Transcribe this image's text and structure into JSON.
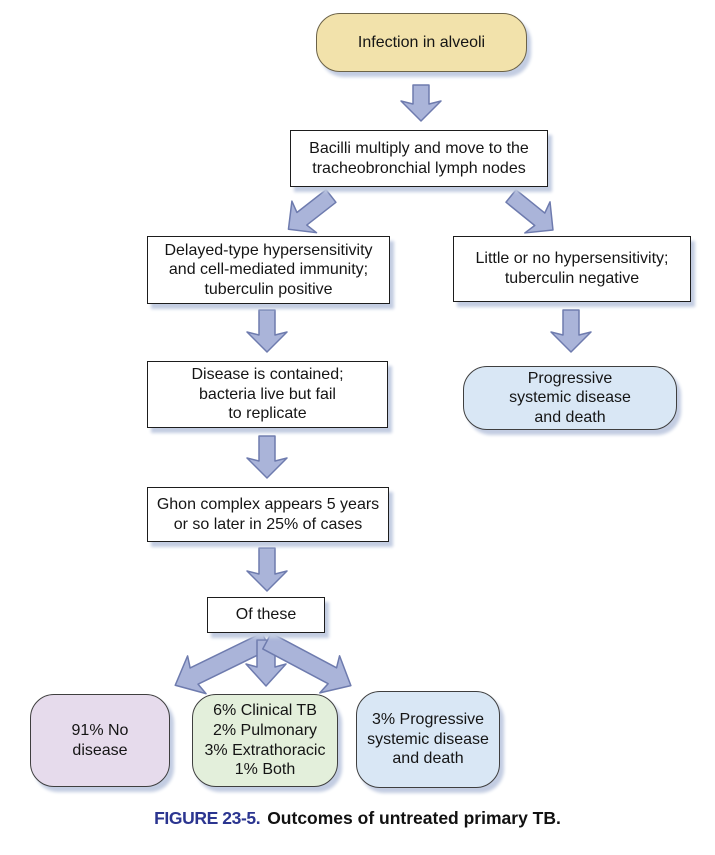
{
  "palette": {
    "page_bg": "#ffffff",
    "text_color": "#151515",
    "arrow_fill": "#aab4d9",
    "arrow_stroke": "#6e7bae",
    "box_bg": "#ffffff",
    "box_border": "#1d1d1d",
    "shadow": "#c3cde2",
    "infection_bg": "#f2e2ab",
    "infection_border": "#6b6248",
    "blue_bg": "#d9e7f5",
    "lavender_bg": "#e6dbec",
    "green_bg": "#e3efdb",
    "rounded_border": "#3f3f3f",
    "caption_color": "#2b3590"
  },
  "nodes": {
    "infection": {
      "lines": [
        "Infection in alveoli"
      ]
    },
    "bacilli": {
      "lines": [
        "Bacilli multiply and move to the",
        "tracheobronchial lymph nodes"
      ]
    },
    "delayed": {
      "lines": [
        "Delayed-type hypersensitivity",
        "and cell-mediated immunity;",
        "tuberculin positive"
      ]
    },
    "little": {
      "lines": [
        "Little or no hypersensitivity;",
        "tuberculin negative"
      ]
    },
    "contained": {
      "lines": [
        "Disease is contained;",
        "bacteria live but fail",
        "to replicate"
      ]
    },
    "progressive_death": {
      "lines": [
        "Progressive",
        "systemic disease",
        "and death"
      ]
    },
    "ghon": {
      "lines": [
        "Ghon complex appears 5 years",
        "or so later in 25% of cases"
      ]
    },
    "of_these": {
      "lines": [
        "Of these"
      ]
    },
    "no_disease": {
      "lines": [
        "91% No",
        "disease"
      ]
    },
    "clinical": {
      "lines": [
        "6% Clinical TB",
        "2% Pulmonary",
        "3% Extrathoracic",
        "1% Both"
      ]
    },
    "progressive_3": {
      "lines": [
        "3% Progressive",
        "systemic disease",
        "and death"
      ]
    }
  },
  "edges": [
    {
      "from": "infection",
      "to": "bacilli"
    },
    {
      "from": "bacilli",
      "to": "delayed"
    },
    {
      "from": "bacilli",
      "to": "little"
    },
    {
      "from": "delayed",
      "to": "contained"
    },
    {
      "from": "little",
      "to": "progressive_death"
    },
    {
      "from": "contained",
      "to": "ghon"
    },
    {
      "from": "ghon",
      "to": "of_these"
    },
    {
      "from": "of_these",
      "to": "no_disease"
    },
    {
      "from": "of_these",
      "to": "clinical"
    },
    {
      "from": "of_these",
      "to": "progressive_3"
    }
  ],
  "icons": {
    "arrow_style": "block-arrow"
  },
  "figure": {
    "caption_label": "FIGURE 23-5.",
    "caption_text": "Outcomes of untreated primary TB."
  }
}
